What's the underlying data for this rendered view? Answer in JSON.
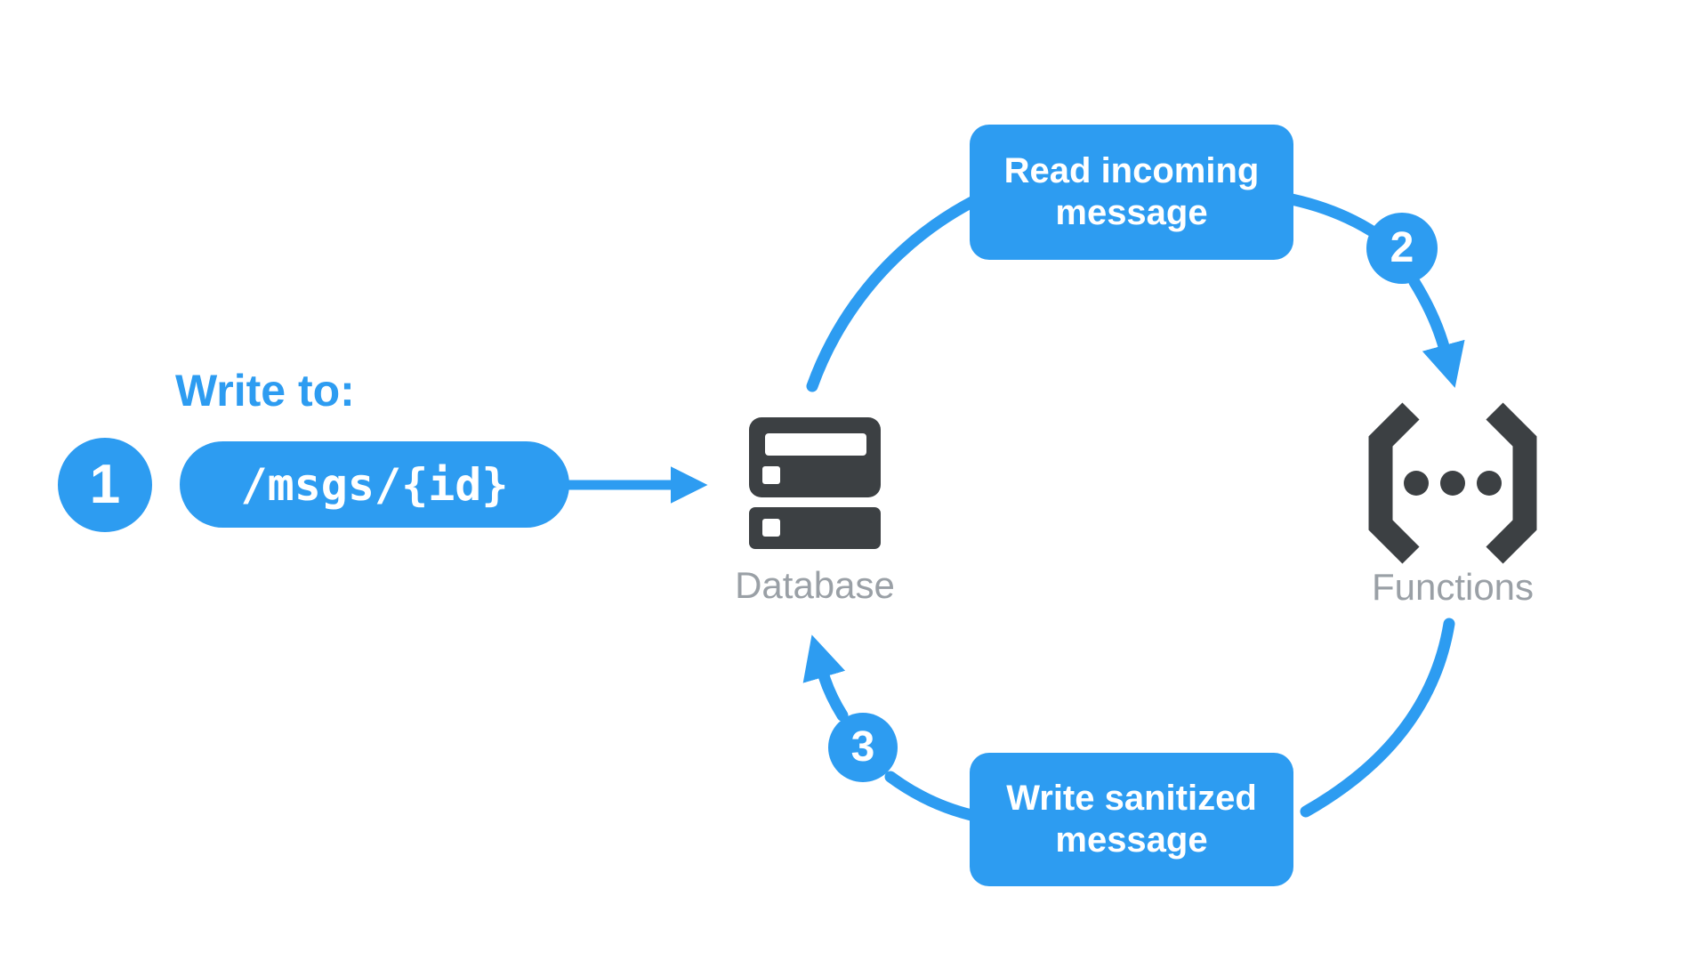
{
  "theme": {
    "blue": "#2D9CF1",
    "dark": "#3C4043",
    "gray": "#9AA0A6",
    "background": "#FFFFFF"
  },
  "step1": {
    "badge": "1",
    "heading": "Write to:",
    "path_label": "/msgs/{id}"
  },
  "nodes": {
    "database": {
      "label": "Database",
      "icon": "database-server-icon"
    },
    "functions": {
      "label": "Functions",
      "icon": "cloud-functions-icon"
    }
  },
  "flow": {
    "read_box": {
      "lines": [
        "Read incoming",
        "message"
      ]
    },
    "write_box": {
      "lines": [
        "Write sanitized",
        "message"
      ]
    },
    "step2_badge": "2",
    "step3_badge": "3"
  }
}
